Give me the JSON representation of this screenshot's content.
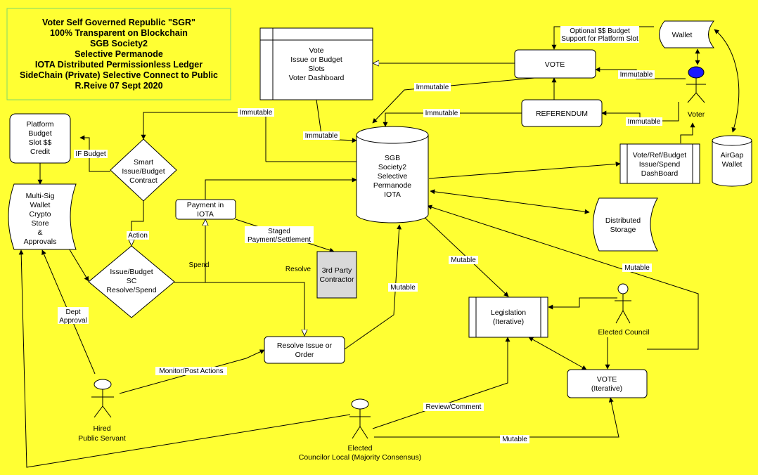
{
  "title": {
    "lines": [
      "Voter Self Governed Republic \"SGR\"",
      "100% Transparent on Blockchain",
      "SGB Society2",
      "Selective Permanode",
      "IOTA Distributed Permissionless Ledger",
      "SideChain (Private) Selective Connect to Public",
      "R.Reive 07 Sept 2020"
    ]
  },
  "nodes": {
    "vote_dashboard": [
      "Vote",
      "Issue or  Budget",
      "Slots",
      "Voter Dashboard"
    ],
    "wallet": [
      "Wallet"
    ],
    "vote": [
      "VOTE"
    ],
    "referendum": [
      "REFERENDUM"
    ],
    "voter": [
      "Voter"
    ],
    "platform_budget": [
      "Platform",
      "Budget",
      "Slot  $$",
      "Credit"
    ],
    "smart_contract": [
      "Smart",
      "Issue/Budget",
      "Contract"
    ],
    "sgb_db": [
      "SGB",
      "Society2",
      "Selective",
      "Permanode",
      "IOTA"
    ],
    "ref_dashboard": [
      "Vote/Ref/Budget",
      "Issue/Spend",
      "DashBoard"
    ],
    "airgap_wallet": [
      "AirGap",
      "Wallet"
    ],
    "multisig_wallet": [
      "Multi-Sig",
      "Wallet",
      "Crypto",
      "Store",
      "&",
      "Approvals"
    ],
    "payment_iota": [
      "Payment in",
      "IOTA"
    ],
    "distributed_storage": [
      "Distributed",
      "Storage"
    ],
    "resolve_spend": [
      "Issue/Budget",
      "SC",
      "Resolve/Spend"
    ],
    "contractor": [
      "3rd Party",
      "Contractor"
    ],
    "legislation": [
      "Legislation",
      "(Iterative)"
    ],
    "elected_council": [
      "Elected Council"
    ],
    "resolve_issue": [
      "Resolve Issue or",
      "Order"
    ],
    "vote_iterative": [
      "VOTE",
      "(Iterative)"
    ],
    "hired_servant": [
      "Hired",
      "Public Servant"
    ],
    "councilor_local": [
      "Elected",
      "Councilor Local (Majority Consensus)"
    ]
  },
  "edge_labels": {
    "optional_budget": [
      "Optional $$ Budget",
      "Support for Platform Slot"
    ],
    "immutable_voter_vote": [
      "Immutable"
    ],
    "immutable_vote_db": [
      "Immutable"
    ],
    "immutable_top": [
      "Immutable"
    ],
    "immutable_ref_db": [
      "Immutable"
    ],
    "immutable_voter_ref": [
      "Immutable"
    ],
    "immutable_dash_db": [
      "Immutable"
    ],
    "if_budget": [
      "IF Budget"
    ],
    "action": [
      "Action"
    ],
    "staged_payment": [
      "Staged",
      "Payment/Settlement"
    ],
    "resolve": [
      "Resolve"
    ],
    "spend": [
      "Spend"
    ],
    "mutable_legislation": [
      "Mutable"
    ],
    "mutable_resolve": [
      "Mutable"
    ],
    "mutable_vote_iter": [
      "Mutable"
    ],
    "dept_approval": [
      "Dept",
      "Approval"
    ],
    "monitor_post": [
      "Monitor/Post  Actions"
    ],
    "review_comment": [
      "Review/Comment"
    ],
    "mutable_councilor": [
      "Mutable"
    ]
  }
}
